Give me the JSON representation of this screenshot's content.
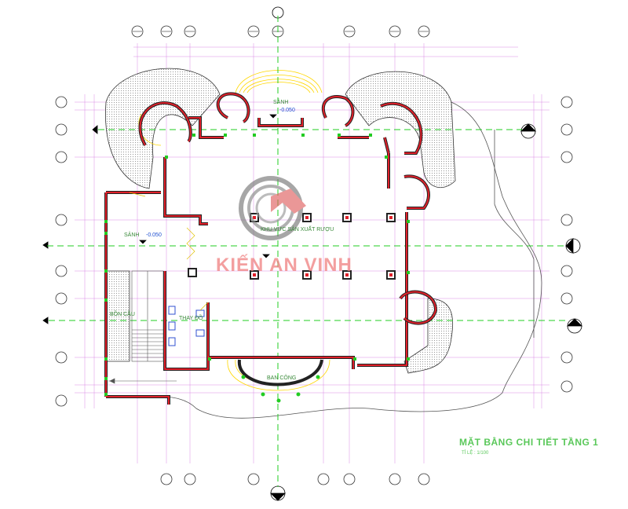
{
  "drawing": {
    "title": "MẶT BẰNG CHI TIẾT TẦNG 1",
    "scale": "TỈ LỆ : 1/100"
  },
  "rooms": {
    "lobby_top": "SẢNH",
    "lobby_top_level": "-0.050",
    "lobby_left": "SẢNH",
    "lobby_left_level": "-0.050",
    "production_area": "KHU VỰC SẢN XUẤT RƯỢU",
    "stair": "BỒN CẦU",
    "changing": "THAY ĐỒ",
    "balcony": "BAN CÔNG"
  },
  "watermark": {
    "text": "KIẾN AN VINH",
    "logo": "kien-an-vinh-logo"
  },
  "colors": {
    "wall": "#e0202a",
    "axis_line": "#22cc22",
    "grid_line": "#d070e0",
    "detail_line": "#ffd700",
    "hatch": "#9a9a9a",
    "title_green": "#5ac85a",
    "column": "#22aa22"
  }
}
